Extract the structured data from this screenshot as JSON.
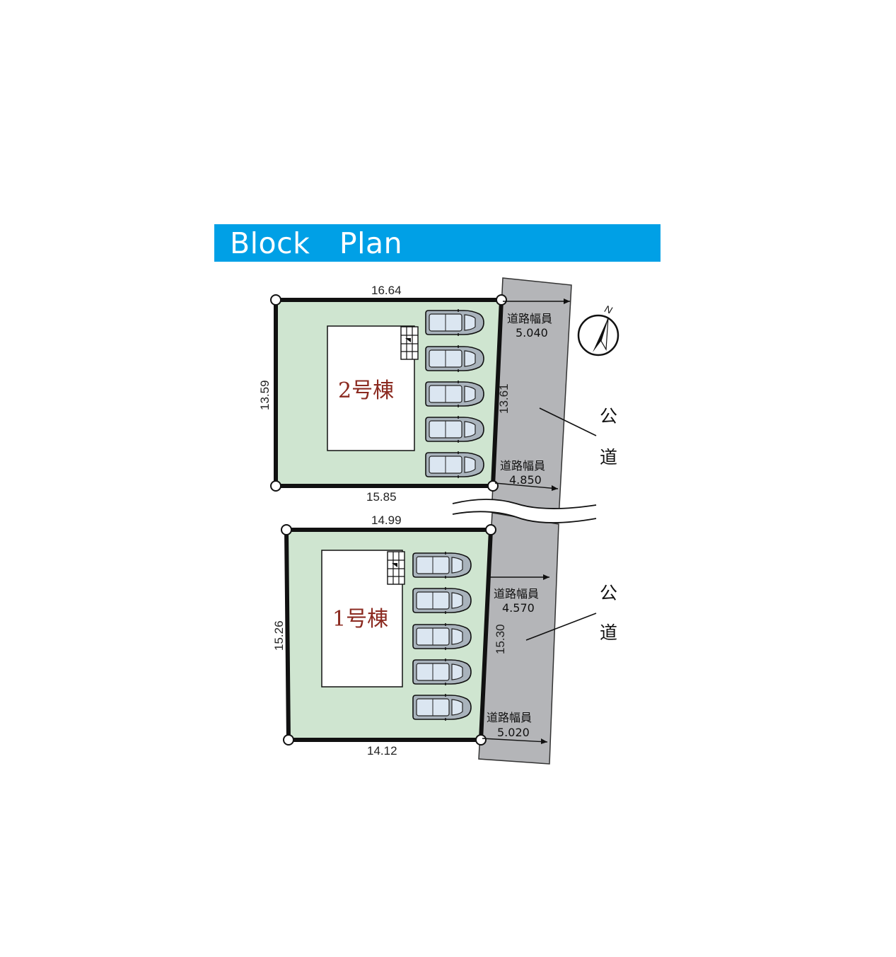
{
  "title": "Block　Plan",
  "colors": {
    "banner": "#00a0e6",
    "lot_fill": "#cfe5d0",
    "road_fill": "#b4b5b8",
    "house_label": "#8b2a20"
  },
  "lot2": {
    "name": "2号棟",
    "top": "16.64",
    "bottom": "15.85",
    "left": "13.59",
    "right": "13.61",
    "parking_spaces": 5
  },
  "lot1": {
    "name": "1号棟",
    "top": "14.99",
    "bottom": "14.12",
    "left": "15.26",
    "right": "15.30",
    "parking_spaces": 5
  },
  "road_widths": [
    {
      "label": "道路幅員",
      "value": "5.040"
    },
    {
      "label": "道路幅員",
      "value": "4.850"
    },
    {
      "label": "道路幅員",
      "value": "4.570"
    },
    {
      "label": "道路幅員",
      "value": "5.020"
    }
  ],
  "public_road": {
    "char1": "公",
    "char2": "道"
  },
  "north_label": "N",
  "icons": [
    "compass-icon",
    "car-icon",
    "entrance-icon"
  ]
}
